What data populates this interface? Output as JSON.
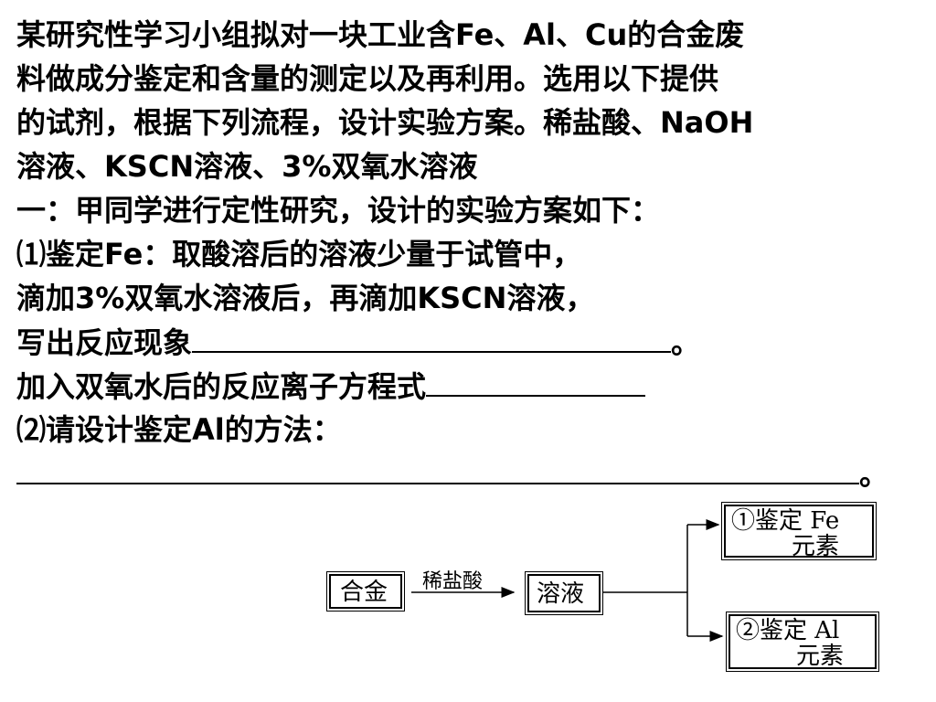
{
  "lines": [
    "某研究性学习小组拟对一块工业含Fe、Al、Cu的合金废",
    "料做成分鉴定和含量的测定以及再利用。选用以下提供",
    "的试剂，根据下列流程，设计实验方案。稀盐酸、NaOH",
    "溶液、KSCN溶液、3%双氧水溶液",
    "一：甲同学进行定性研究，设计的实验方案如下：",
    "⑴鉴定Fe：取酸溶后的溶液少量于试管中，",
    "滴加3%双氧水溶液后，再滴加KSCN溶液，",
    "写出反应现象",
    "加入双氧水后的反应离子方程式",
    "⑵请设计鉴定Al的方法："
  ],
  "end_mark": "。",
  "flow": {
    "alloy": "合金",
    "reagent": "稀盐酸",
    "solution": "溶液",
    "fe_box": [
      "①鉴定 Fe",
      "元素"
    ],
    "al_box": [
      "②鉴定 Al",
      "元素"
    ]
  }
}
